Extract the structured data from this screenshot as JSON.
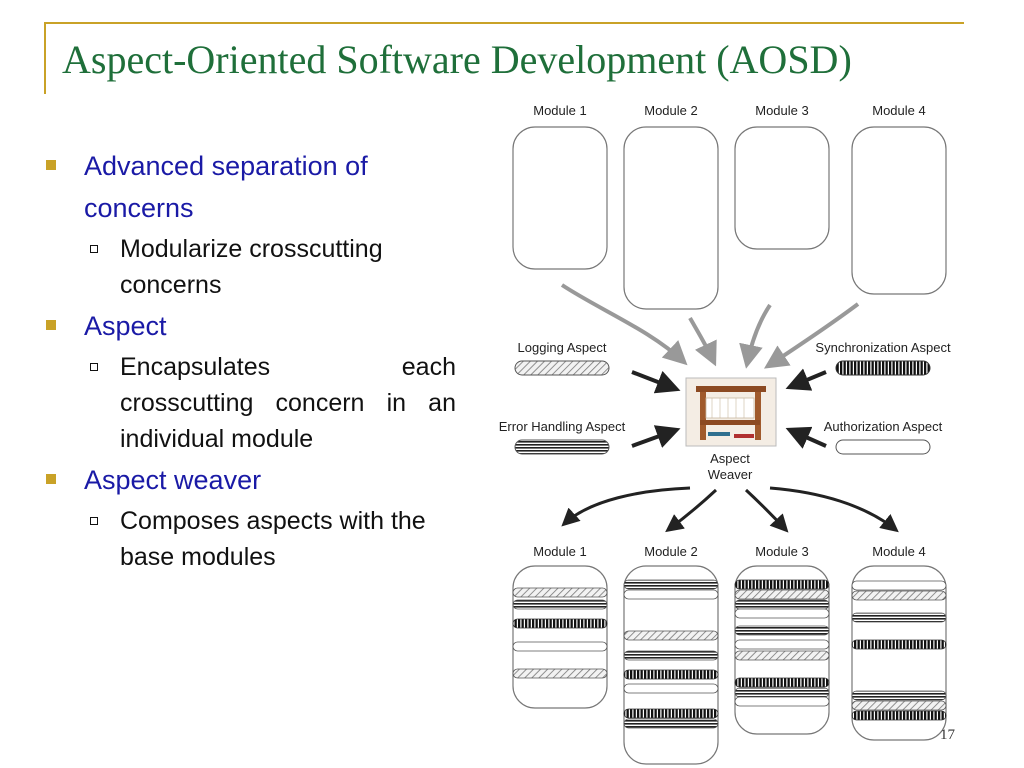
{
  "slide": {
    "title": "Aspect-Oriented Software Development (AOSD)",
    "page_number": "17",
    "accent_color": "#c9a227",
    "title_color": "#1f6f3a",
    "bullet_color": "#1a1aa6"
  },
  "bullets": [
    {
      "text": "Advanced separation of concerns",
      "sub": [
        "Modularize crosscutting concerns"
      ]
    },
    {
      "text": "Aspect",
      "sub": [
        "Encapsulates each crosscutting concern in an individual module"
      ]
    },
    {
      "text": "Aspect weaver",
      "sub": [
        "Composes aspects with the base modules"
      ]
    }
  ],
  "diagram": {
    "top_modules": [
      "Module 1",
      "Module 2",
      "Module 3",
      "Module 4"
    ],
    "bottom_modules": [
      "Module 1",
      "Module 2",
      "Module 3",
      "Module 4"
    ],
    "aspects": {
      "logging": "Logging Aspect",
      "error": "Error Handling Aspect",
      "sync": "Synchronization Aspect",
      "auth": "Authorization Aspect"
    },
    "weaver_label_1": "Aspect",
    "weaver_label_2": "Weaver",
    "weaver_image": "loom-icon"
  }
}
